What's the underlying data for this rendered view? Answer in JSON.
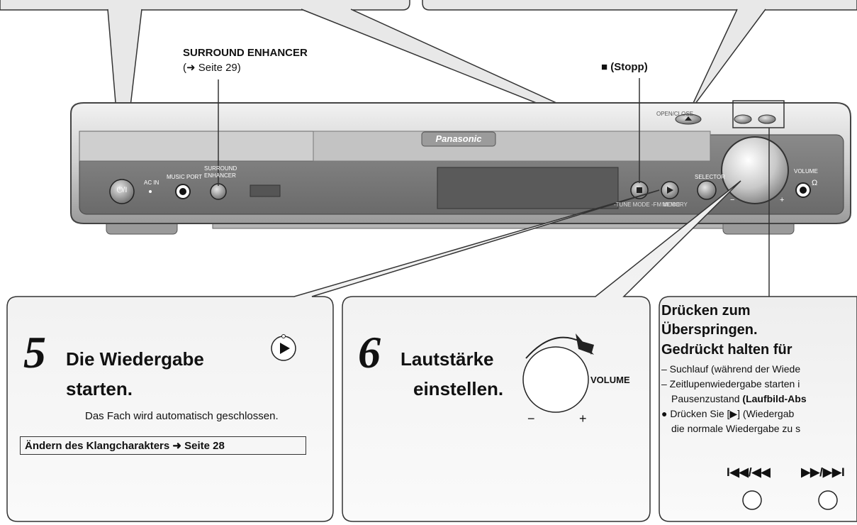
{
  "top_labels": {
    "surround_title": "SURROUND ENHANCER",
    "surround_ref": "(➜ Seite 29)",
    "stop_label": "■ (Stopp)"
  },
  "device": {
    "brand": "Panasonic",
    "ac_in": "AC IN",
    "music_port": "MUSIC PORT",
    "surround_line1": "SURROUND",
    "surround_line2": "ENHANCER",
    "tune_mode": "-TUNE MODE -FM MODE",
    "memory": "MEMORY",
    "selector": "SELECTOR",
    "volume": "VOLUME",
    "open_close": "OPEN/CLOSE",
    "minus": "−",
    "plus": "+",
    "headphone": "Ω",
    "power_glyph": "⏻/I"
  },
  "step5": {
    "number": "5",
    "title_line1": "Die Wiedergabe",
    "title_line2": "starten.",
    "note": "Das Fach wird automatisch geschlossen.",
    "link": "Ändern des Klangcharakters ➜ Seite 28"
  },
  "step6": {
    "number": "6",
    "title_line1": "Lautstärke",
    "title_line2": "einstellen.",
    "knob_label": "VOLUME",
    "minus": "−",
    "plus": "+"
  },
  "skip_panel": {
    "head1": "Drücken zum",
    "head2": "Überspringen.",
    "head3": "Gedrückt halten für",
    "line1": "– Suchlauf (während der Wiede",
    "line2": "– Zeitlupenwiedergabe starten i",
    "line3a": "Pausenzustand ",
    "line3b": "(Laufbild-Abs",
    "line4": "● Drücken Sie [▶] (Wiedergab",
    "line5": "die normale Wiedergabe zu s",
    "btn_prev": "I◀◀/◀◀",
    "btn_next": "▶▶/▶▶I"
  }
}
